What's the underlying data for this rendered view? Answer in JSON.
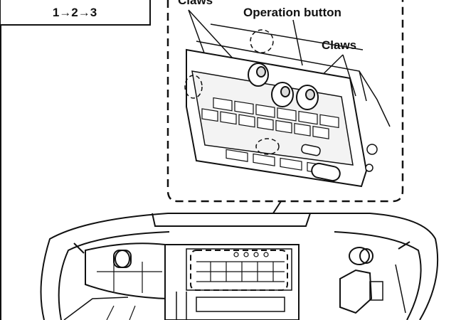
{
  "step_box": {
    "sequence": "1→2→3"
  },
  "labels": {
    "claws_top_left": "Claws",
    "operation_button": "Operation button",
    "claws_right": "Claws"
  },
  "colors": {
    "ink": "#111111",
    "paper": "#ffffff"
  }
}
